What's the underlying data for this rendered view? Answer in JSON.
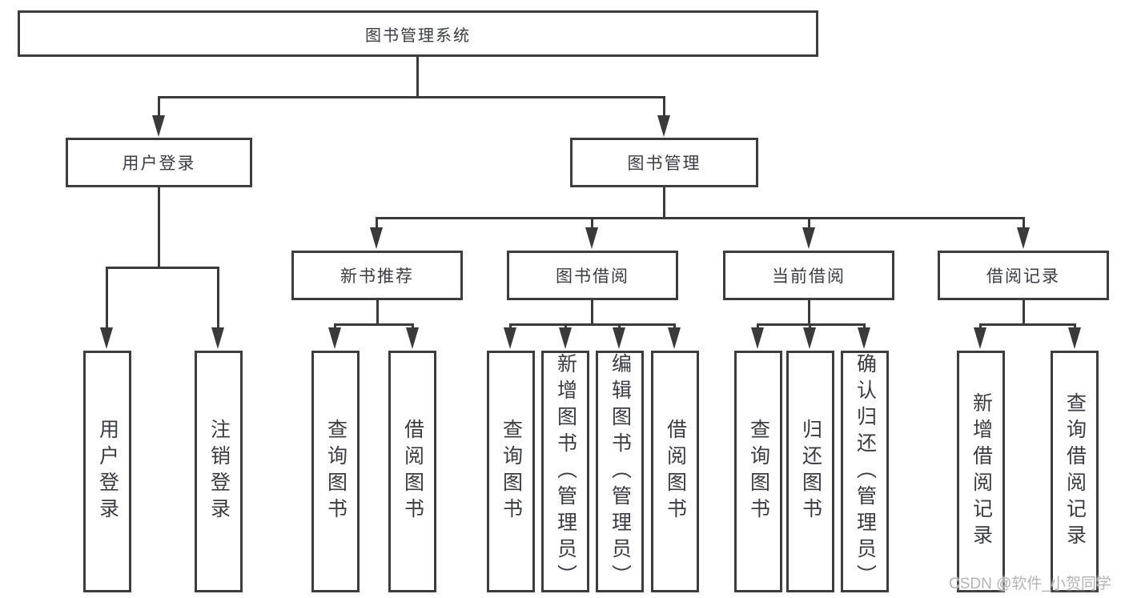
{
  "tree": {
    "root": "图书管理系统",
    "branches": [
      {
        "label": "用户登录",
        "children": [
          "用户登录",
          "注销登录"
        ]
      },
      {
        "label": "图书管理",
        "sections": [
          {
            "label": "新书推荐",
            "children": [
              "查询图书",
              "借阅图书"
            ]
          },
          {
            "label": "图书借阅",
            "children": [
              "查询图书",
              "新增图书（管理员）",
              "编辑图书（管理员）",
              "借阅图书"
            ]
          },
          {
            "label": "当前借阅",
            "children": [
              "查询图书",
              "归还图书",
              "确认归还（管理员）"
            ]
          },
          {
            "label": "借阅记录",
            "children": [
              "新增借阅记录",
              "查询借阅记录"
            ]
          }
        ]
      }
    ]
  },
  "watermark": {
    "text": "CSDN @软件_小贺同学"
  },
  "colors": {
    "line": "#3a3a3a",
    "border": "#3d3d3d",
    "text": "#383c43",
    "watermark": "#b4b4b6",
    "background": "#ffffff"
  }
}
